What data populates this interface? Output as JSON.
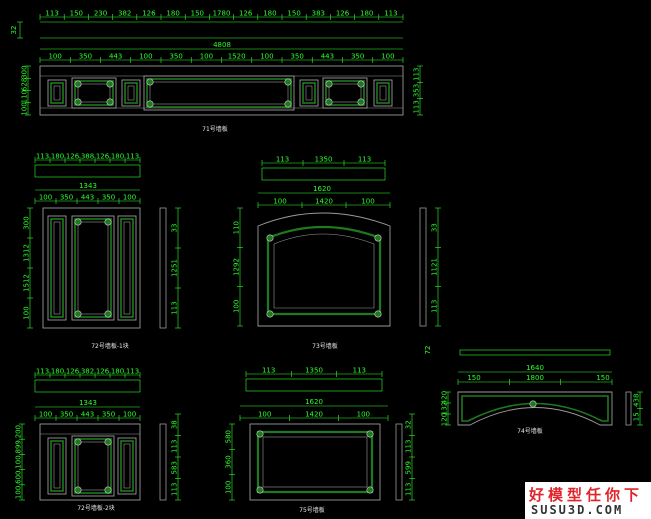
{
  "drawing": {
    "colors": {
      "background": "#000000",
      "dimension": "#2cff2c",
      "panel": "#9a9a9a",
      "molding": "#1e7a1e",
      "text": "#e8e8e8"
    },
    "views": [
      {
        "id": "v71",
        "caption": "71号墙板",
        "top_dims": [
          "113",
          "150",
          "230",
          "382",
          "126",
          "180",
          "150",
          "1780",
          "126",
          "180",
          "150",
          "383",
          "126",
          "180",
          "113"
        ],
        "overall": "4808",
        "module_dims": [
          "100",
          "350",
          "443",
          "100",
          "350",
          "100",
          "1520",
          "100",
          "350",
          "443",
          "350",
          "100"
        ],
        "left_dims": [
          "300",
          "628",
          "110",
          "100"
        ],
        "right_dims": [
          "113",
          "353",
          "113"
        ],
        "side_dim": "32"
      },
      {
        "id": "v72a",
        "caption": "72号墙板-1块",
        "top_dims": [
          "113",
          "180",
          "126",
          "388",
          "126",
          "180",
          "113"
        ],
        "overall": "1343",
        "module_dims": [
          "100",
          "350",
          "443",
          "350",
          "100"
        ],
        "left_dims": [
          "300",
          "1312",
          "1512",
          "100"
        ],
        "right_dims": [
          "33",
          "1251",
          "113"
        ]
      },
      {
        "id": "v73",
        "caption": "73号墙板",
        "top_dims": [
          "113",
          "1350",
          "113"
        ],
        "overall": "1620",
        "module_dims": [
          "100",
          "1420",
          "100"
        ],
        "left_dims": [
          "110",
          "1292",
          "100"
        ],
        "right_dims": [
          "33",
          "1121",
          "113"
        ]
      },
      {
        "id": "v72b",
        "caption": "72号墙板-2块",
        "top_dims": [
          "113",
          "180",
          "126",
          "382",
          "126",
          "180",
          "113"
        ],
        "overall": "1343",
        "module_dims": [
          "100",
          "350",
          "443",
          "350",
          "100"
        ],
        "left_dims": [
          "200",
          "899",
          "100",
          "600",
          "100"
        ],
        "right_dims": [
          "38",
          "113",
          "583",
          "113"
        ]
      },
      {
        "id": "v75",
        "caption": "75号墙板",
        "top_dims": [
          "113",
          "1350",
          "113"
        ],
        "overall": "1620",
        "module_dims": [
          "100",
          "1420",
          "100"
        ],
        "left_dims": [
          "580",
          "360",
          "100"
        ],
        "right_dims": [
          "32",
          "113",
          "599",
          "113"
        ]
      },
      {
        "id": "v74",
        "caption": "74号墙板",
        "top_dims": [
          "72",
          "1640",
          "150",
          "1800",
          "150"
        ],
        "left_dims": [
          "420",
          "132",
          "120"
        ],
        "right_dims": [
          "438",
          "15"
        ]
      }
    ]
  },
  "watermark": {
    "line1": "好模型任你下",
    "line2": "SUSU3D.COM"
  }
}
